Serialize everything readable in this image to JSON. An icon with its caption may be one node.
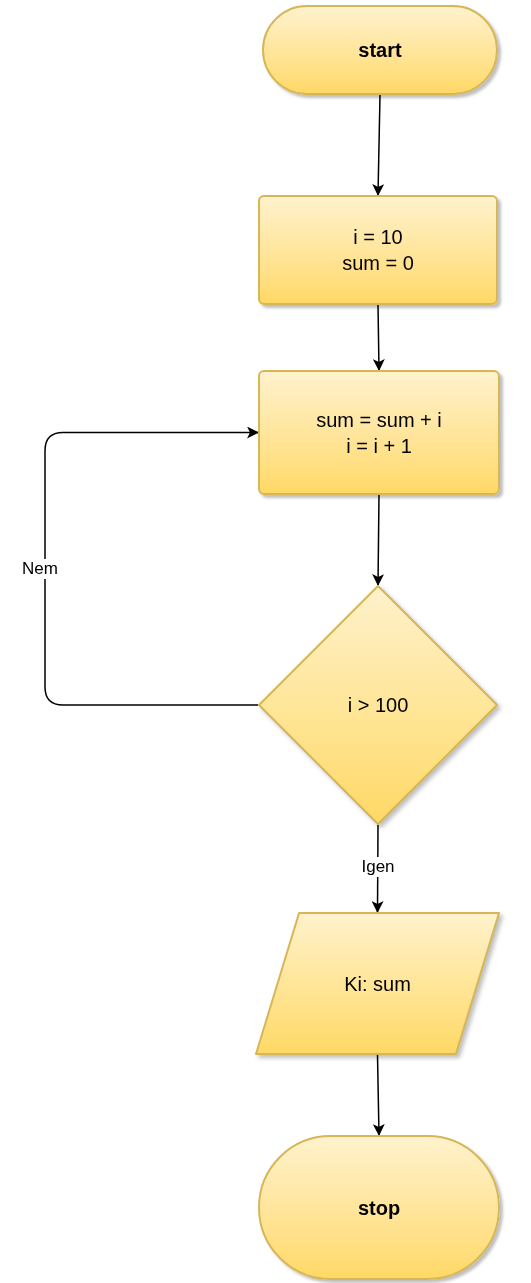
{
  "diagram": {
    "nodes": [
      {
        "text": [
          "start"
        ]
      },
      {
        "text": [
          "i = 10",
          "sum = 0"
        ]
      },
      {
        "text": [
          "sum = sum + i",
          "i = i + 1"
        ]
      },
      {
        "text": [
          "i > 100"
        ]
      },
      {
        "text": [
          "Ki: sum"
        ]
      },
      {
        "text": [
          "stop"
        ]
      }
    ],
    "edges": [
      {
        "from": 0,
        "to": 1,
        "arrow": "to"
      },
      {
        "from": 1,
        "to": 2,
        "arrow": "to"
      },
      {
        "from": 2,
        "to": 3,
        "arrow": "to"
      },
      {
        "from": 3,
        "to": 4,
        "arrow": "to",
        "label": "Igen"
      },
      {
        "from": 3,
        "to": 2,
        "arrow": "to",
        "label": "Nem"
      },
      {
        "from": 4,
        "to": 5,
        "arrow": "to"
      }
    ]
  }
}
